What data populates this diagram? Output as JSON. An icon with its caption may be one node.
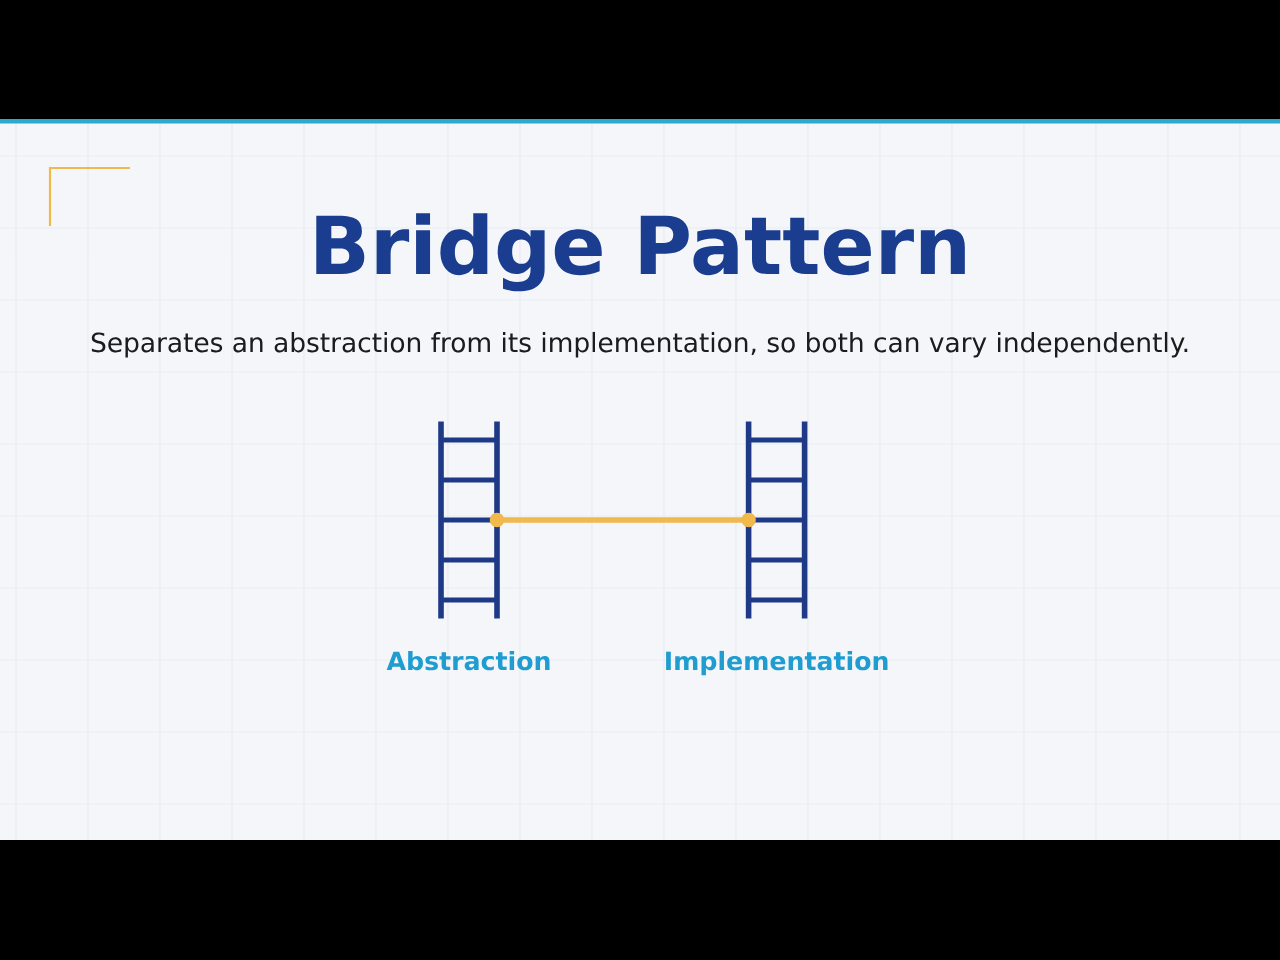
{
  "diagram": {
    "title": "Bridge Pattern",
    "nodes": [
      {
        "text": [],
        "shape": "picture",
        "beside": [
          "Abstraction"
        ]
      },
      {
        "text": [],
        "shape": "picture",
        "beside": [
          "Implementation"
        ]
      }
    ],
    "edges": [
      {
        "from": 0,
        "to": 1,
        "arrow": "other"
      }
    ],
    "labels": [
      "Separates an abstraction from its implementation, so both can vary independently."
    ]
  }
}
